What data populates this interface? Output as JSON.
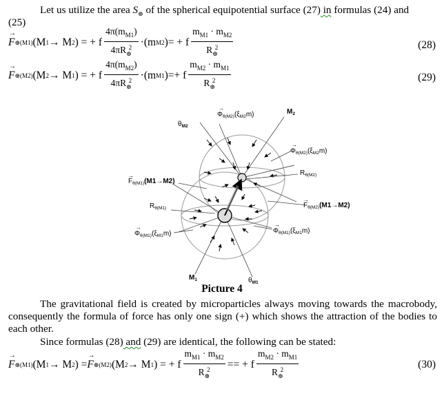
{
  "intro": {
    "text_before": "Let us utilize the area ",
    "symbol": "S",
    "symbol_sub": "⊛",
    "text_after": " of the spherical equipotential surface (27)",
    "wavy_word": " in",
    "text_end": " formulas (24) and",
    "line2": "(25)"
  },
  "eq28": {
    "F": "F",
    "F_sub": "⊛(M1)",
    "arg": "(M",
    "arg_a": "1",
    "arrow": " → M",
    "arg_b": "2",
    "close": ") = + f",
    "num1": "4π(m",
    "num1_sub": "M1",
    "num1_close": ")",
    "den1": "4πR",
    "den1_sub": "⊛",
    "den1_sup": "2",
    "mid": "·(m",
    "mid_sub": "M2",
    "mid_close": ")= + f",
    "num2": "m",
    "num2_sub1": "M1",
    "num2_dot": " · m",
    "num2_sub2": "M2",
    "den2": "R",
    "den2_sub": "⊛",
    "den2_sup": "2",
    "number": "(28)"
  },
  "eq29": {
    "F": "F",
    "F_sub": "⊛(M2)",
    "arg": "(M",
    "arg_a": "2",
    "arrow": " → M",
    "arg_b": "1",
    "close": ") = + f",
    "num1": "4π(m",
    "num1_sub": "M2",
    "num1_close": ")",
    "den1": "4πR",
    "den1_sub": "⊛",
    "den1_sup": "2",
    "mid": "·(m",
    "mid_sub": "M1",
    "mid_close": ")=+ f",
    "num2": "m",
    "num2_sub1": "M2",
    "num2_dot": " · m",
    "num2_sub2": "M1",
    "den2": "R",
    "den2_sub": "⊛",
    "den2_sup": "2",
    "number": "(29)"
  },
  "figure": {
    "theta_M2": "θ",
    "theta_M2_sub": "M2",
    "phi_top": "Φ",
    "phi_top_sub": "θ(M2)",
    "phi_top_arg": "(ξ",
    "phi_top_arg_sub": "M2",
    "phi_top_close": "m)",
    "M2": "M",
    "M2_sub": "2",
    "phi_right": "Φ",
    "phi_right_sub": "θ(M2)",
    "phi_right_arg": "(ξ",
    "phi_right_arg_sub": "M2",
    "phi_right_close": "m)",
    "R_M2": "R",
    "R_M2_sub": "θ(M2)",
    "F_left": "F",
    "F_left_sub": "θ(M1)",
    "F_left_arg": "(M1→M2)",
    "R_M1": "R",
    "R_M1_sub": "θ(M1)",
    "F_right": "F",
    "F_right_sub": "θ(M2)",
    "F_right_arg": "(M1→M2)",
    "phi_left": "Φ",
    "phi_left_sub": "θ(M1)",
    "phi_left_arg": "(ξ",
    "phi_left_arg_sub": "M1",
    "phi_left_close": "m)",
    "phi_br": "Φ",
    "phi_br_sub": "θ(M1)",
    "phi_br_arg": "(ξ",
    "phi_br_arg_sub": "M1",
    "phi_br_close": "m)",
    "M1": "M",
    "M1_sub": "1",
    "theta_M1": "θ",
    "theta_M1_sub": "M1"
  },
  "caption": "Picture 4",
  "para1": "The gravitational field is created by microparticles always moving towards the macrobody, consequently the formula of force has only one sign (+) which shows the attraction of the bodies to each other.",
  "para2_a": "Since formulas (28)",
  "para2_wavy": " and",
  "para2_b": " (29) are identical, the following can be stated:",
  "eq30": {
    "F1": "F",
    "F1_sub": "⊛(M1)",
    "a1": "(M",
    "a1_sub": "1",
    "a1_arrow": " → M",
    "a1_sub2": "2",
    "eqsign": ") = ",
    "F2": "F",
    "F2_sub": "⊛(M2)",
    "a2": "(M",
    "a2_sub": "2",
    "a2_arrow": " → M",
    "a2_sub2": "1",
    "close": ") = + f",
    "num1": "m",
    "num1_sub1": "M1",
    "num1_dot": " · m",
    "num1_sub2": "M2",
    "den1": "R",
    "den1_sub": "⊛",
    "den1_sup": "2",
    "mid": " == + f",
    "num2": "m",
    "num2_sub1": "M2",
    "num2_dot": " · m",
    "num2_sub2": "M1",
    "den2": "R",
    "den2_sub": "⊛",
    "den2_sup": "2",
    "number": "(30)"
  }
}
